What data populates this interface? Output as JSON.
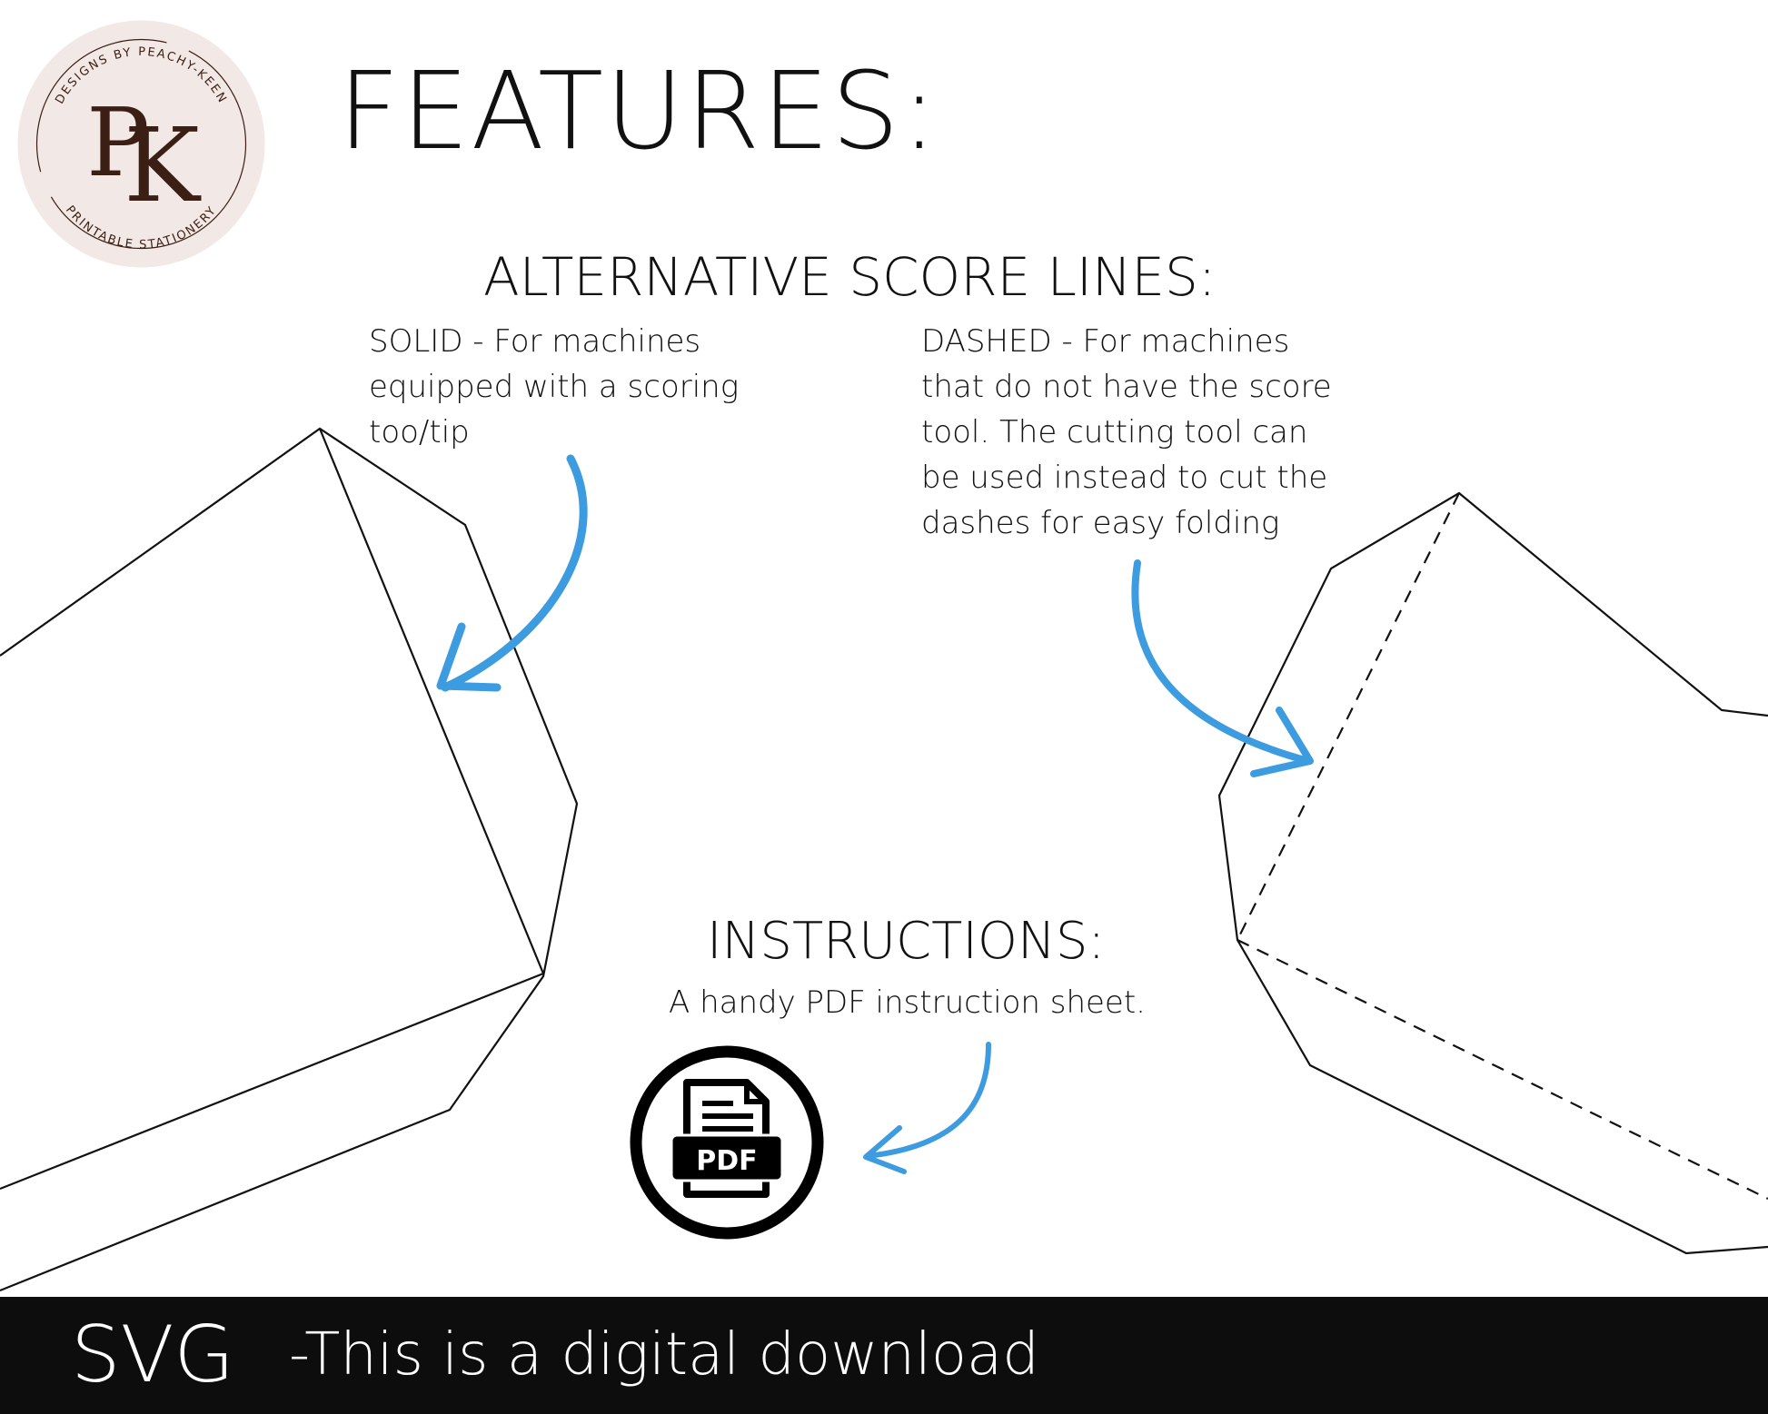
{
  "logo": {
    "top_text": "DESIGNS BY PEACHY-KEEN",
    "bottom_text": "PRINTABLE STATIONERY",
    "monogram_p": "P",
    "monogram_k": "K",
    "bg_color": "#f2e8e5",
    "ink_color": "#3b1f14"
  },
  "title": "FEATURES:",
  "score_lines": {
    "heading": "ALTERNATIVE SCORE LINES:",
    "solid_lines": [
      "SOLID - For machines",
      "equipped with a scoring",
      "too/tip"
    ],
    "dashed_lines": [
      "DASHED - For machines",
      "that do not have the score",
      "tool.  The cutting tool can",
      "be used instead to cut the",
      "dashes for easy folding"
    ]
  },
  "instructions": {
    "heading": "INSTRUCTIONS:",
    "text": "A handy PDF instruction sheet.",
    "pdf_label": "PDF"
  },
  "footer": {
    "format": "SVG",
    "tagline": "-This is a digital download"
  },
  "colors": {
    "arrow": "#3d9be0",
    "footer_bg": "#0d0d0d",
    "text": "#111111"
  },
  "icons": [
    "pdf-document-icon",
    "curved-arrow-icon"
  ]
}
